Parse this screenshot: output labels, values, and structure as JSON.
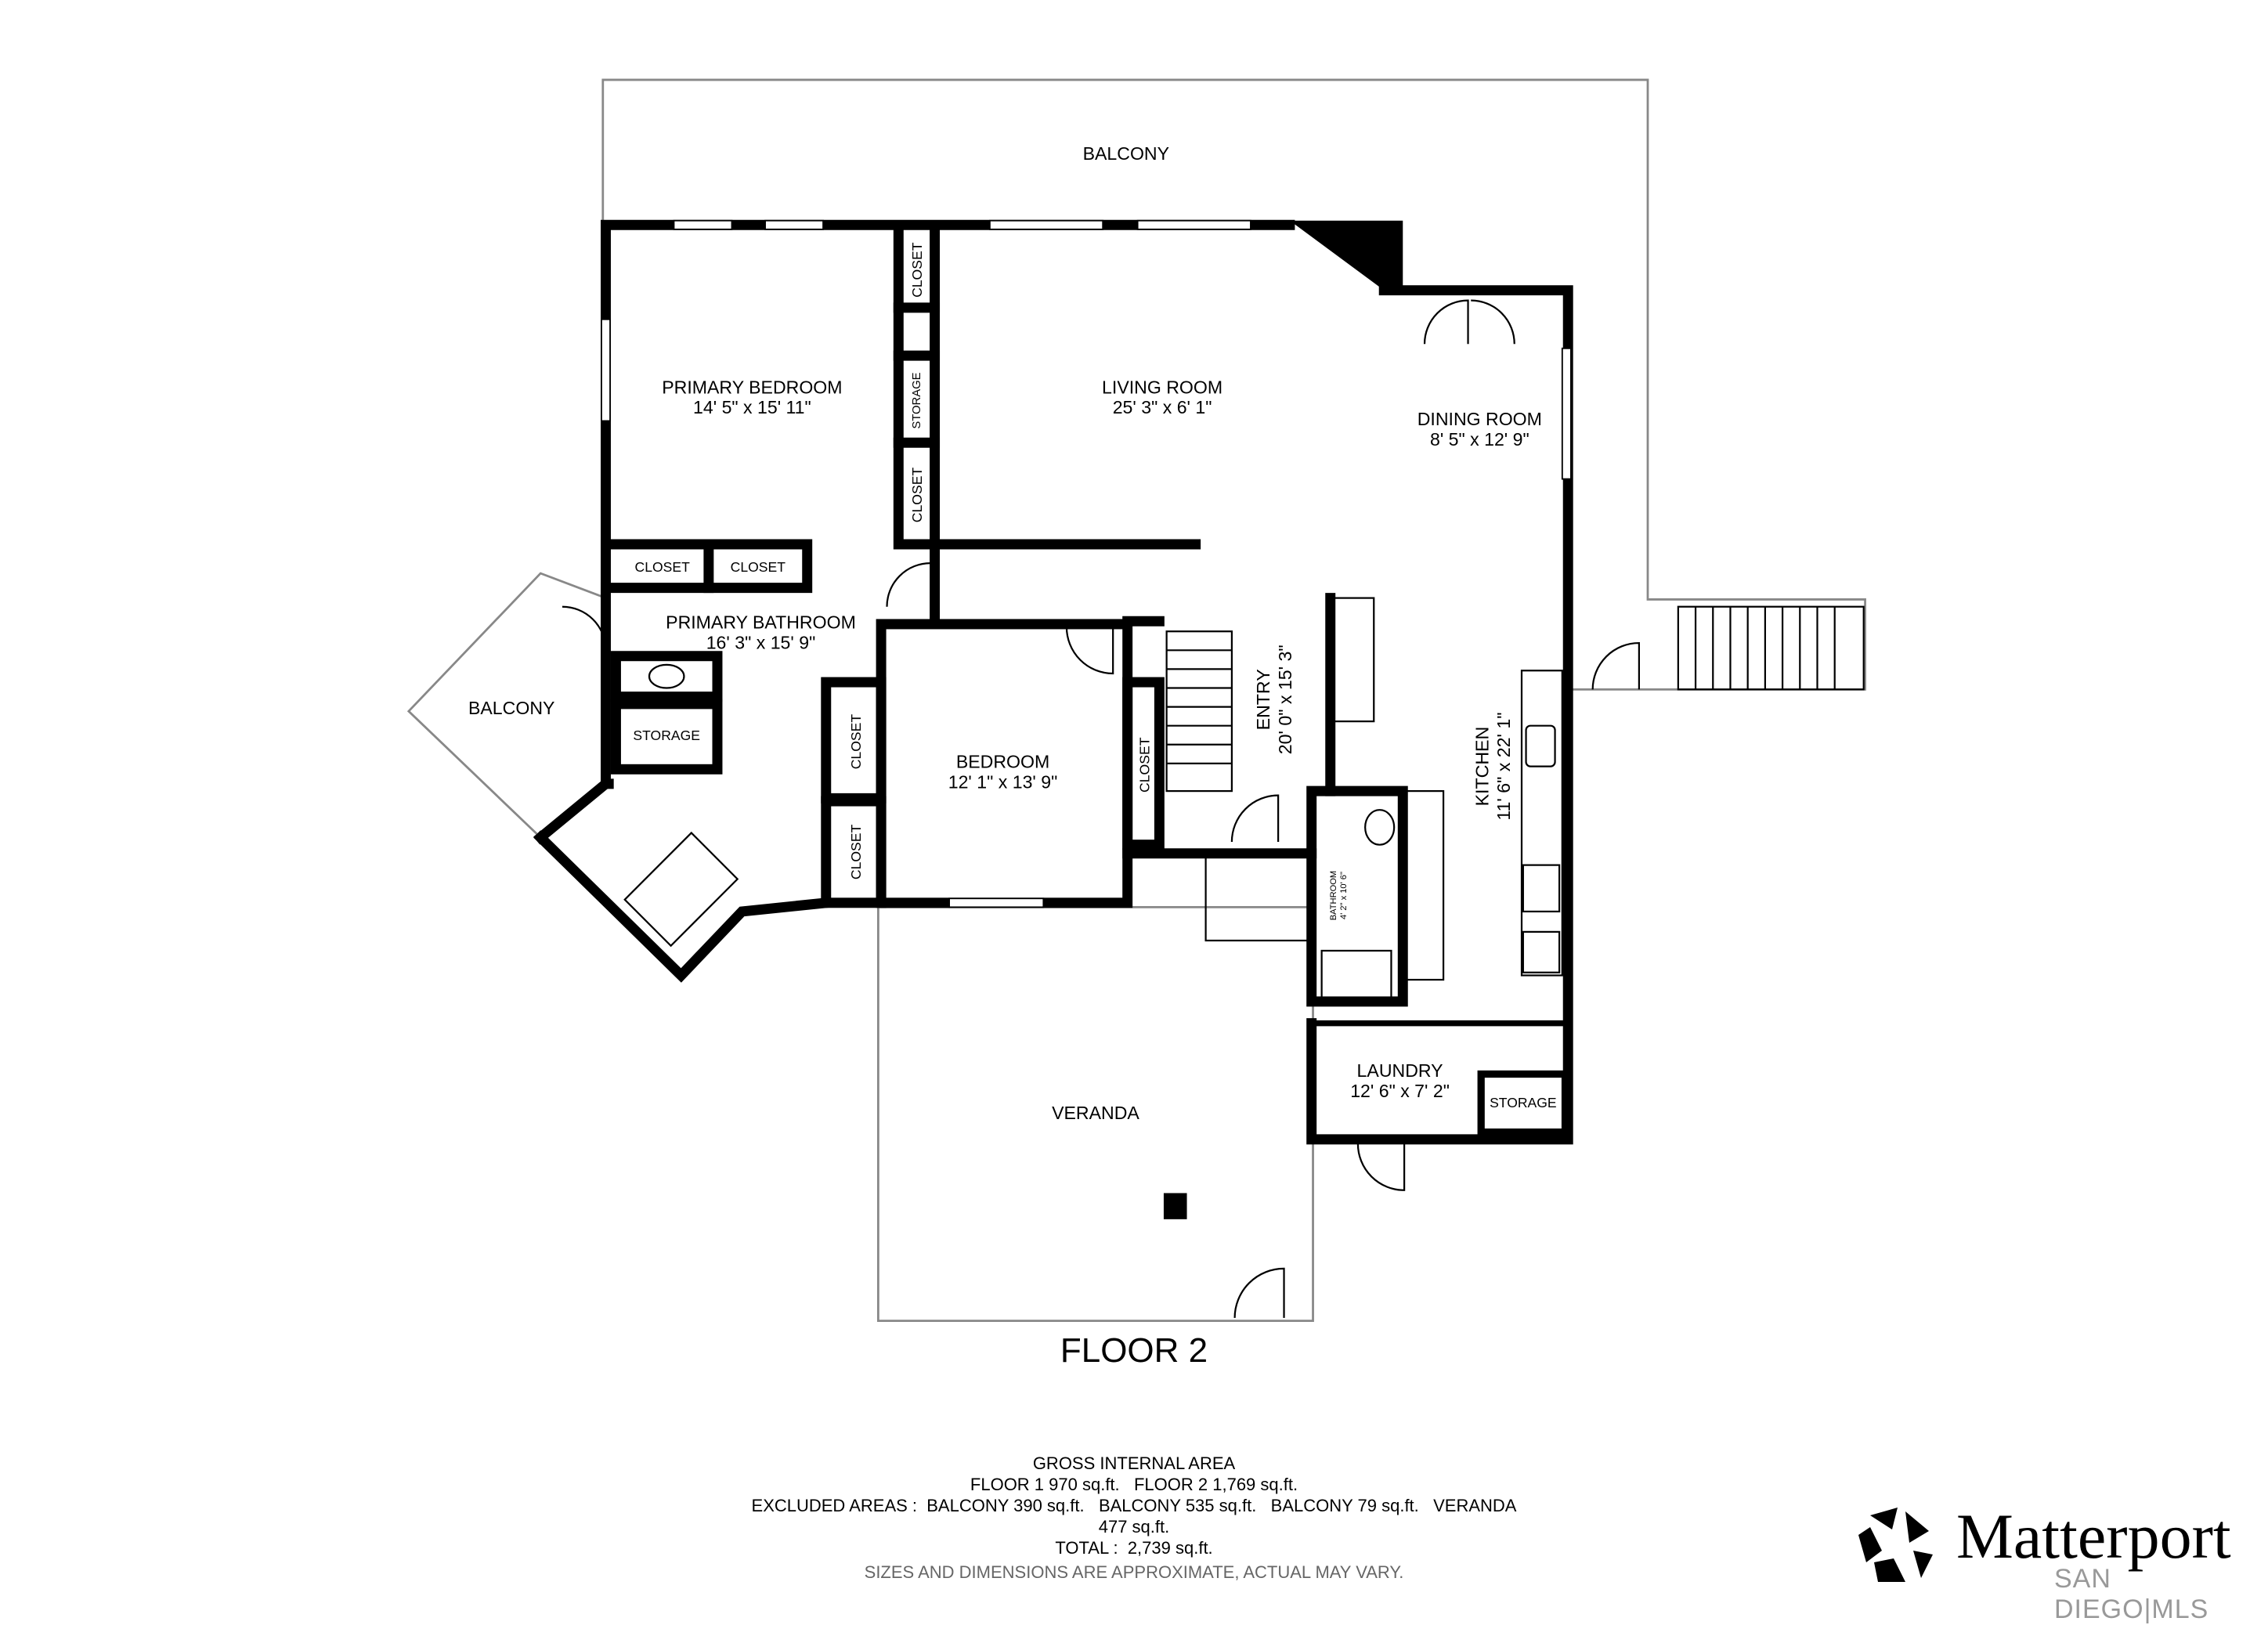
{
  "rooms": {
    "balcony_top": "BALCONY",
    "primary_bedroom": {
      "name": "PRIMARY BEDROOM",
      "dims": "14' 5\" x 15' 11\""
    },
    "living_room": {
      "name": "LIVING ROOM",
      "dims": "25' 3\" x 6' 1\""
    },
    "dining_room": {
      "name": "DINING ROOM",
      "dims": "8' 5\" x 12' 9\""
    },
    "primary_bathroom": {
      "name": "PRIMARY BATHROOM",
      "dims": "16' 3\" x 15' 9\""
    },
    "balcony_left": "BALCONY",
    "bedroom": {
      "name": "BEDROOM",
      "dims": "12' 1\" x 13' 9\""
    },
    "entry": {
      "name": "ENTRY",
      "dims": "20' 0\" x 15' 3\""
    },
    "kitchen": {
      "name": "KITCHEN",
      "dims": "11' 6\" x 22' 1\""
    },
    "bathroom": {
      "name": "BATHROOM",
      "dims": "4' 2\" x 10' 6\""
    },
    "laundry": {
      "name": "LAUNDRY",
      "dims": "12' 6\" x 7' 2\""
    },
    "veranda": "VERANDA",
    "closet": "CLOSET",
    "storage": "STORAGE"
  },
  "floor_title": "FLOOR 2",
  "area": {
    "heading": "GROSS INTERNAL AREA",
    "floors": "FLOOR 1 970 sq.ft.   FLOOR 2 1,769 sq.ft.",
    "excluded": "EXCLUDED AREAS :  BALCONY 390 sq.ft.   BALCONY 535 sq.ft.   BALCONY 79 sq.ft.   VERANDA",
    "excluded_cont": "477 sq.ft.",
    "total": "TOTAL :  2,739 sq.ft.",
    "disclaimer": "SIZES AND DIMENSIONS ARE APPROXIMATE, ACTUAL MAY VARY."
  },
  "logo": {
    "brand": "Matterport",
    "sub": "SAN DIEGO|MLS"
  }
}
